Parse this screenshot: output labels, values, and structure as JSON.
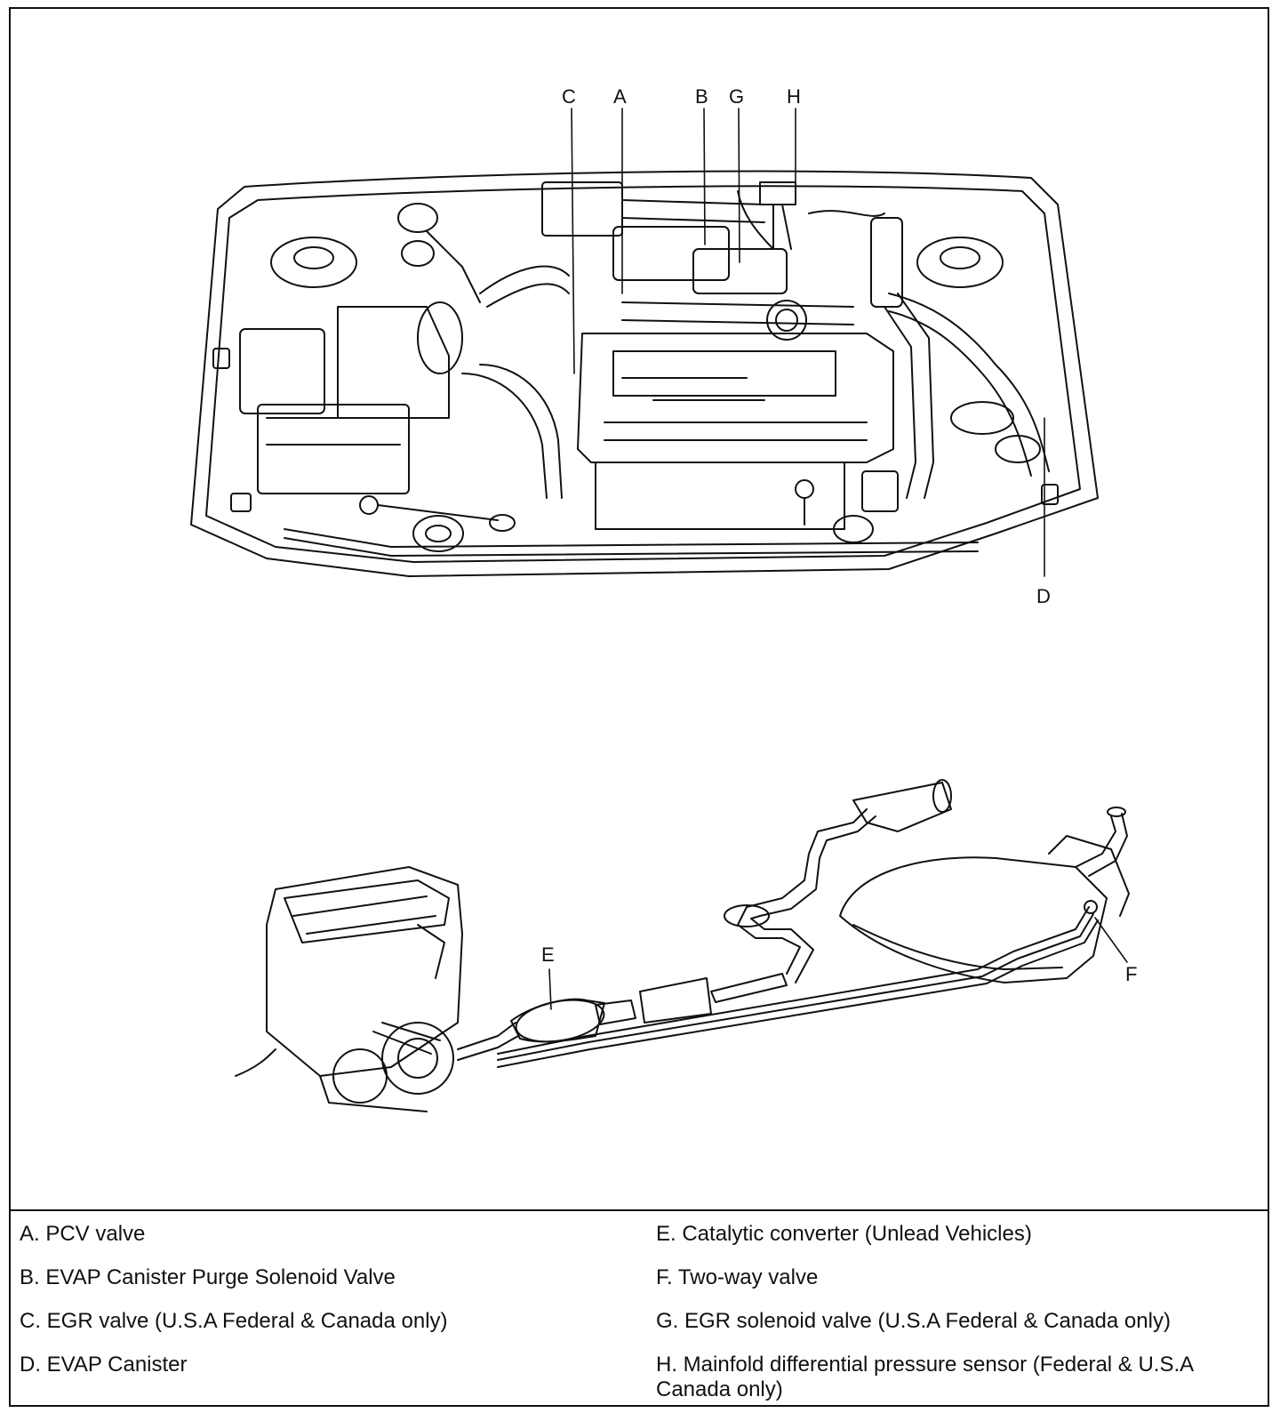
{
  "callouts": {
    "A": "A",
    "B": "B",
    "C": "C",
    "D": "D",
    "E": "E",
    "F": "F",
    "G": "G",
    "H": "H"
  },
  "legend": {
    "left": [
      "A. PCV valve",
      "B. EVAP Canister Purge Solenoid Valve",
      "C. EGR valve (U.S.A Federal & Canada only)",
      "D. EVAP Canister"
    ],
    "right": [
      "E. Catalytic converter (Unlead Vehicles)",
      "F. Two-way valve",
      "G. EGR solenoid valve (U.S.A Federal & Canada only)",
      "H. Mainfold differential pressure sensor (Federal & U.S.A Canada only)"
    ]
  }
}
